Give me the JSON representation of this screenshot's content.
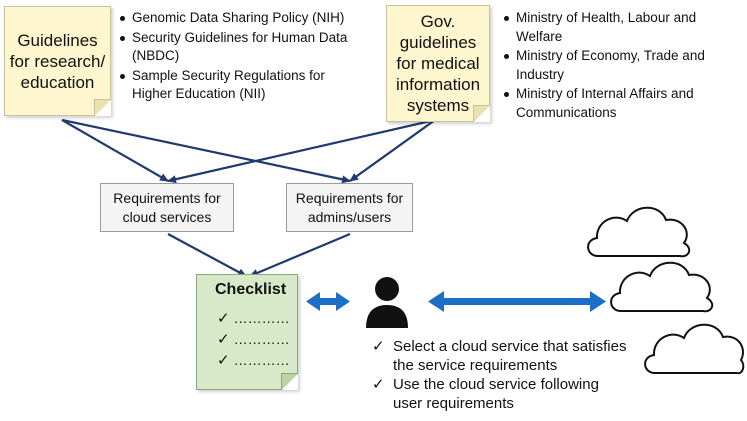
{
  "notes": {
    "left": "Guidelines for research/ education",
    "right": "Gov. guidelines for medical information systems"
  },
  "left_bullets": [
    "Genomic Data Sharing Policy (NIH)",
    "Security Guidelines for Human Data (NBDC)",
    "Sample Security Regulations for Higher Education (NII)"
  ],
  "right_bullets": [
    "Ministry of Health, Labour and Welfare",
    "Ministry of Economy, Trade and Industry",
    "Ministry of Internal Affairs and Communications"
  ],
  "requirements": {
    "cloud": "Requirements for cloud services",
    "admins": "Requirements for admins/users"
  },
  "checklist": {
    "title": "Checklist",
    "check_glyph": "✓",
    "dots": "…………",
    "item_count": 3
  },
  "actions": [
    "Select a cloud service that satisfies the service requirements",
    "Use the cloud service following user requirements"
  ],
  "colors": {
    "note_fill": "#fdf6cf",
    "checklist_fill": "#d7e9c9",
    "arrow_dark": "#1f3a6e",
    "arrow_blue": "#1b6fc4"
  },
  "icons": [
    "user-icon",
    "cloud-icon",
    "cloud-icon",
    "cloud-icon"
  ]
}
